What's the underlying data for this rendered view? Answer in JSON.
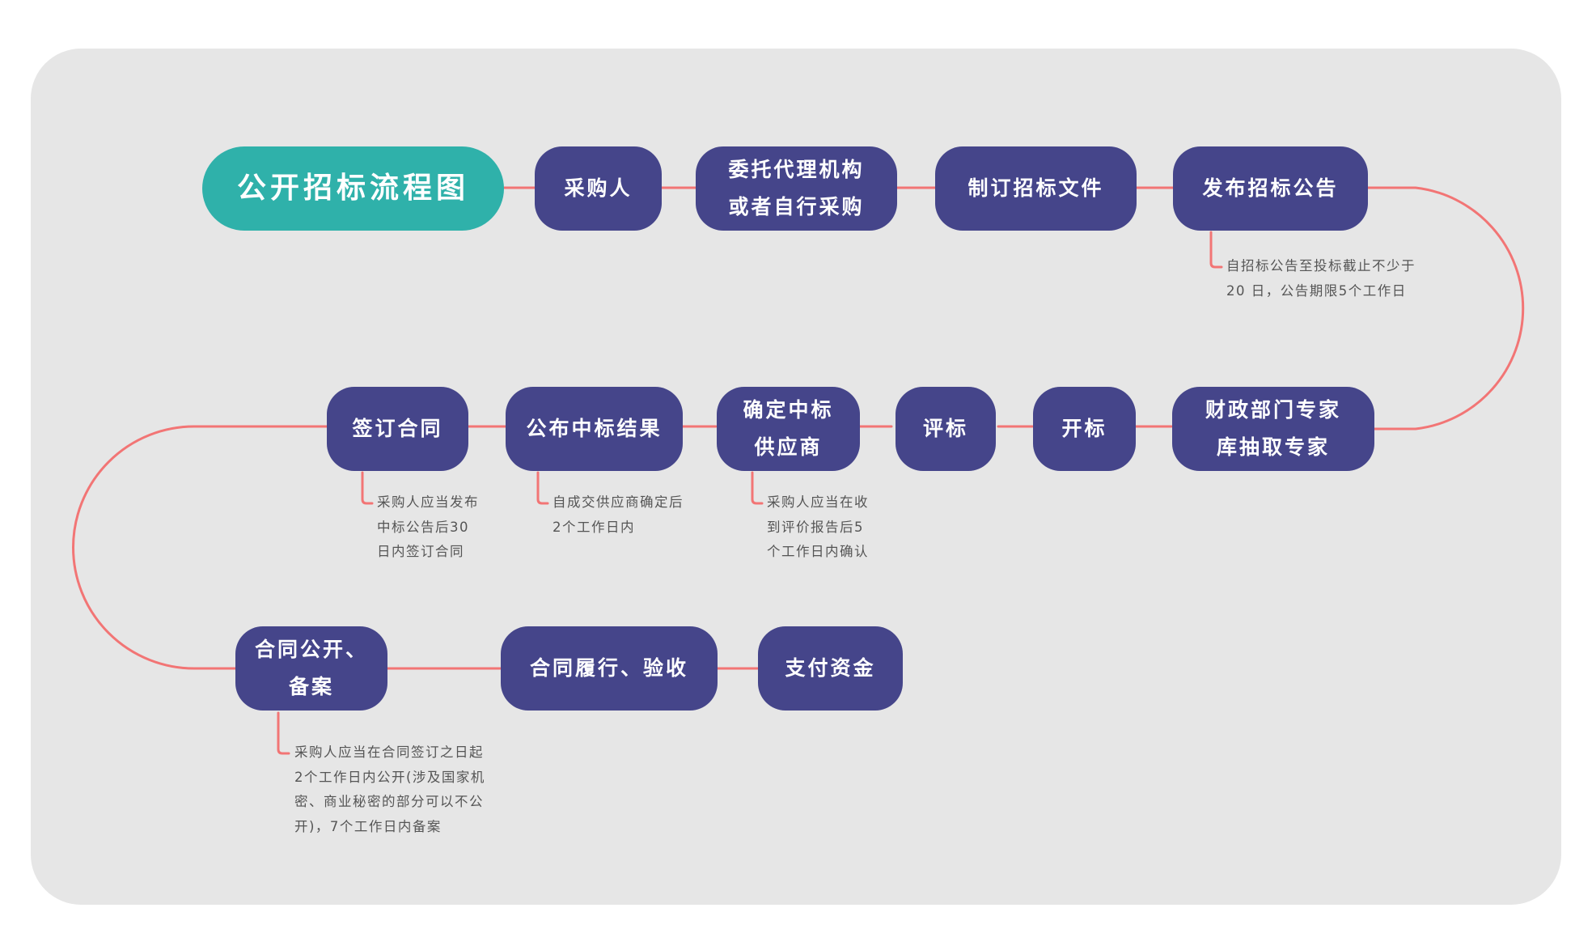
{
  "colors": {
    "panel": "#e6e6e6",
    "node": "#45458a",
    "title_node": "#2fb1aa",
    "connector": "#f27575",
    "note_text": "#555555"
  },
  "title": "公开招标流程图",
  "steps": [
    "采购人",
    "委托代理机构\n或者自行采购",
    "制订招标文件",
    "发布招标公告",
    "财政部门专家\n库抽取专家",
    "开标",
    "评标",
    "确定中标\n供应商",
    "公布中标结果",
    "签订合同",
    "合同公开、\n备案",
    "合同履行、验收",
    "支付资金"
  ],
  "notes": {
    "announcement": "自招标公告至投标截止不少于\n20 日，公告期限5个工作日",
    "confirm_supplier": "采购人应当在收\n到评价报告后5\n个工作日内确认",
    "publish_result": "自成交供应商确定后\n2个工作日内",
    "sign_contract": "采购人应当发布\n中标公告后30\n日内签订合同",
    "contract_public": "采购人应当在合同签订之日起\n2个工作日内公开(涉及国家机\n密、商业秘密的部分可以不公\n开)，7个工作日内备案"
  }
}
